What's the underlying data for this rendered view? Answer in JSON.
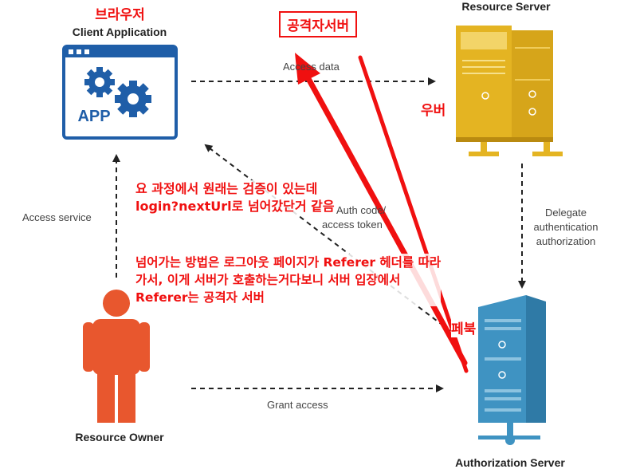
{
  "nodes": {
    "client": {
      "korean": "브라우저",
      "title": "Client Application",
      "app_text": "APP"
    },
    "resource_server": {
      "title": "Resource Server",
      "korean": "우버"
    },
    "authorization_server": {
      "title": "Authorization Server",
      "korean": "페북"
    },
    "resource_owner": {
      "title": "Resource Owner"
    }
  },
  "edges": {
    "access_data": "Access data",
    "access_service": "Access service",
    "auth_code_line1": "Auth code/",
    "auth_code_line2": "access token",
    "delegate": [
      "Delegate",
      "authentication",
      "authorization"
    ],
    "grant_access": "Grant access"
  },
  "annotations": {
    "attacker_server": "공격자서버",
    "note1": [
      "요 과정에서 원래는 검증이 있는데",
      "login?nextUrl로 넘어갔단거 같음"
    ],
    "note2": [
      "넘어가는 방법은 로그아웃 페이지가 Referer 헤더를 따라",
      "가서, 이게 서버가 호출하는거다보니 서버 입장에서",
      "Referer는 공격자 서버"
    ]
  },
  "colors": {
    "client_blue": "#1f5ea8",
    "server_gold": "#e4b422",
    "auth_blue": "#3f93c2",
    "person_orange": "#e8572e",
    "annotation_red": "#f01010",
    "dash_gray": "#222222"
  }
}
